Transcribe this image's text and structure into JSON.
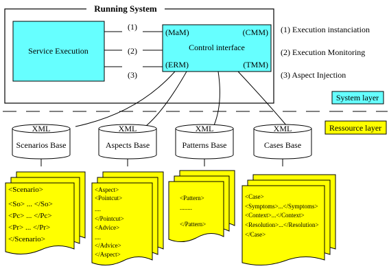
{
  "colors": {
    "cyan": "#66ffff",
    "yellow": "#ffff00",
    "line": "#000000"
  },
  "system": {
    "title": "Running System",
    "service_execution": "Service Execution",
    "control_interface": {
      "label": "Control interface",
      "maM": "(MaM)",
      "cmm": "(CMM)",
      "erm": "(ERM)",
      "tmm": "(TMM)"
    },
    "conn_labels": [
      "(1)",
      "(2)",
      "(3)"
    ]
  },
  "legend": [
    "(1) Execution instanciation",
    "(2) Execution Monitoring",
    "(3) Aspect Injection"
  ],
  "layers": {
    "system": "System layer",
    "resource": "Ressource layer"
  },
  "bases": [
    {
      "tag": "XML",
      "name": "Scenarios Base"
    },
    {
      "tag": "XML",
      "name": "Aspects Base"
    },
    {
      "tag": "XML",
      "name": "Patterns Base"
    },
    {
      "tag": "XML",
      "name": "Cases Base"
    }
  ],
  "docs": {
    "scenario": [
      "<Scenario>",
      "<So> ... </So>",
      "<Pc> ... </Pc>",
      "<Pr> ... </Pr>",
      "</Scenario>"
    ],
    "aspect": [
      "<Aspect>",
      "<Pointcut>",
      "....",
      "</Pointcut>",
      "<Advice>",
      "....",
      "</Advice>",
      "</Aspect>"
    ],
    "pattern": [
      "<Pattern>",
      "........",
      "",
      "</Pattern>"
    ],
    "case": [
      "<Case>",
      "<Symptoms>...</Symptoms>",
      "<Context>...</Context>",
      "<Resolution>...</Resolution>",
      "</Case>"
    ]
  }
}
